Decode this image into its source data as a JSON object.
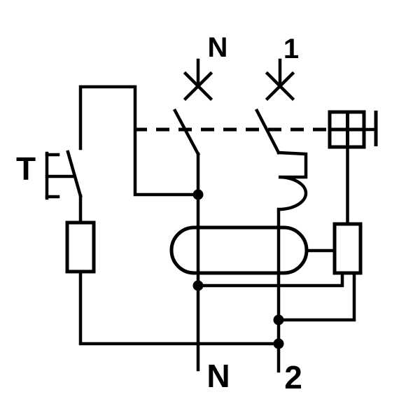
{
  "diagram": {
    "type": "electrical-schematic",
    "description_icons": {
      "toroid-icon": "residual-current-transformer",
      "cross-terminal-icon": "supply-terminal",
      "square-cross-icon": "trip-mechanism",
      "rect-icon": "coil-resistor-element"
    },
    "colors": {
      "background": "#ffffff",
      "line": "#000000"
    },
    "labels": {
      "test_button": "T",
      "top_neutral_terminal": "N",
      "top_line_terminal": "1",
      "bottom_neutral_terminal": "N",
      "bottom_line_terminal": "2"
    }
  }
}
